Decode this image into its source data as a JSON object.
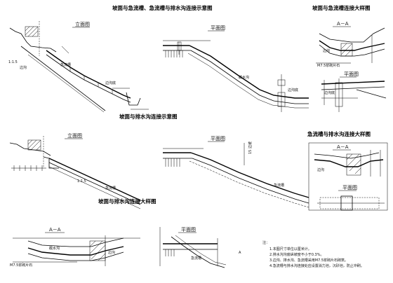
{
  "titles": {
    "top_left": "坡面与急流槽、急流槽与排水沟连接示意图",
    "top_right": "坡面与急流槽连接大样图",
    "mid_left": "坡面与排水沟连接示意图",
    "mid_right": "急流槽与排水沟连接大样图",
    "bottom_left": "坡面与排水沟连接大样图"
  },
  "views": {
    "elevation": "立面图",
    "plan": "平面图",
    "section": "A－A",
    "section_mark": "A"
  },
  "labels": {
    "ditch": "边沟",
    "cut_ditch": "截水沟",
    "chute": "急流槽",
    "ditch_bottom": "边沟底",
    "slope_ratio": "1:1.5",
    "vertical_note": "15 边坡",
    "m_note": "M7.5浆砌片石"
  },
  "notes": {
    "heading": "注：",
    "lines": [
      "1.本图尺寸单位以厘米计。",
      "2.排水沟沟底纵坡度不小于0.3%。",
      "3.边沟、排水沟、急流槽采用M7.5浆砌片石砌筑。",
      "4.急流槽与排水沟连接处应设置消力池，沉砂池，防止冲刷。"
    ]
  }
}
